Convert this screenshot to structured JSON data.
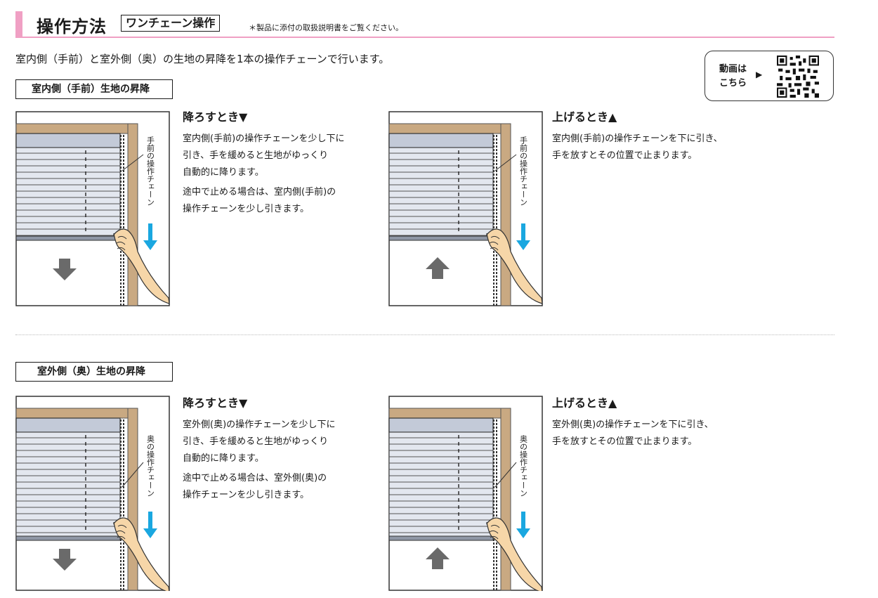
{
  "header": {
    "title": "操作方法",
    "subtitle": "ワンチェーン操作",
    "note": "＊製品に添付の取扱説明書をご覧ください。"
  },
  "lead": "室内側（手前）と室外側（奥）の生地の昇降を1本の操作チェーンで行います。",
  "video": {
    "label_line1": "動画は",
    "label_line2": "こちら",
    "arrow": "▶"
  },
  "sections": [
    {
      "label": "室内側（手前）生地の昇降",
      "chain_label": "手前の操作チェーン",
      "down": {
        "heading": "降ろすとき▼",
        "lines": [
          "室内側(手前)の操作チェーンを少し下に",
          "引き、手を緩めると生地がゆっくり",
          "自動的に降ります。"
        ],
        "stop_lines": [
          "途中で止める場合は、室内側(手前)の",
          "操作チェーンを少し引きます。"
        ]
      },
      "up": {
        "heading": "上げるとき▲",
        "lines": [
          "室内側(手前)の操作チェーンを下に引き、",
          "手を放すとその位置で止まります。"
        ]
      }
    },
    {
      "label": "室外側（奥）生地の昇降",
      "chain_label": "奥の操作チェーン",
      "down": {
        "heading": "降ろすとき▼",
        "lines": [
          "室外側(奥)の操作チェーンを少し下に",
          "引き、手を緩めると生地がゆっくり",
          "自動的に降ります。"
        ],
        "stop_lines": [
          "途中で止める場合は、室外側(奥)の",
          "操作チェーンを少し引きます。"
        ]
      },
      "up": {
        "heading": "上げるとき▲",
        "lines": [
          "室外側(奥)の操作チェーンを下に引き、",
          "手を放すとその位置で止まります。"
        ]
      }
    }
  ],
  "colors": {
    "accent_pink": "#f0a0c4",
    "arrow_blue": "#1aa7e0",
    "frame_brown": "#c9a982",
    "blind_fill": "#e3e7ef",
    "skin": "#f6d6a8"
  }
}
